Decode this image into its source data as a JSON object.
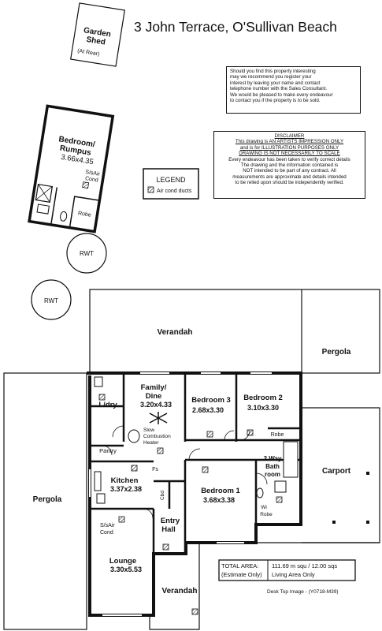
{
  "header": {
    "address": "3 John Terrace, O'Sullivan Beach"
  },
  "notice": [
    "Should you find this property interesting",
    "may we recommend you register your",
    "interest by leaving your name and contact",
    "telephone number with the Sales Consultant.",
    "We would be pleased to make every endeavour",
    "to contact you if the property is to be sold."
  ],
  "disclaimer": {
    "title": "DISCLAIMER",
    "underlined": [
      "This drawing is AN ARTISTS IMPRESSION ONLY",
      "and is for ILLUSTRATION PURPOSES ONLY",
      "DRAWING IS NOT NECESSARILY TO SCALE"
    ],
    "lines": [
      "Every endeavour has been taken to verify correct details",
      "The drawing and the information contained is",
      "NOT intended to be part of any contract. All",
      "measurements are approximate and details intended",
      "to be relied upon should be independently verified."
    ]
  },
  "legend": {
    "title": "LEGEND",
    "item": "Air cond ducts"
  },
  "outbuildings": {
    "shed_line1": "Garden",
    "shed_line2": "Shed",
    "shed_note": "(At Rear)",
    "rumpus_line1": "Bedroom/",
    "rumpus_line2": "Rumpus",
    "rumpus_size": "3.66x4.35",
    "ss_line1": "S/sAir",
    "ss_line2": "Cond",
    "robe": "Robe",
    "rwt1": "RWT",
    "rwt2": "RWT"
  },
  "rooms": {
    "verandah_top": "Verandah",
    "pergola_right": "Pergola",
    "carport": "Carport",
    "pergola_left": "Pergola",
    "ldry": "L/dry",
    "family_line1": "Family/",
    "family_line2": "Dine",
    "family_size": "3.20x4.33",
    "bed3": "Bedroom 3",
    "bed3_size": "2.68x3.30",
    "bed2": "Bedroom 2",
    "bed2_size": "3.10x3.30",
    "heater_line1": "Slow",
    "heater_line2": "Combustion",
    "heater_line3": "Heater",
    "robe_b2": "Robe",
    "pantry": "Pantry",
    "fs": "Fs",
    "kitchen": "Kitchen",
    "kitchen_size": "3.37x2.38",
    "cbd": "Cbd",
    "bed1": "Bedroom 1",
    "bed1_size": "3.68x3.38",
    "bath_line1": "2 Way",
    "bath_line2": "Bath",
    "bath_line3": "room",
    "wi_line1": "Wi",
    "wi_line2": "Robe",
    "ss_line1": "S/sAir",
    "ss_line2": "Cond",
    "entry_line1": "Entry",
    "entry_line2": "Hall",
    "lounge": "Lounge",
    "lounge_size": "3.30x5.53",
    "verandah_bottom": "Verandah"
  },
  "area": {
    "label_line1": "TOTAL AREA:",
    "label_line2": "(Estimate Only)",
    "value_line1": "111.69 m squ / 12.00 sqs",
    "value_line2": "Living Area Only"
  },
  "footer": "Desk Top Image - (Y0718-M39)"
}
